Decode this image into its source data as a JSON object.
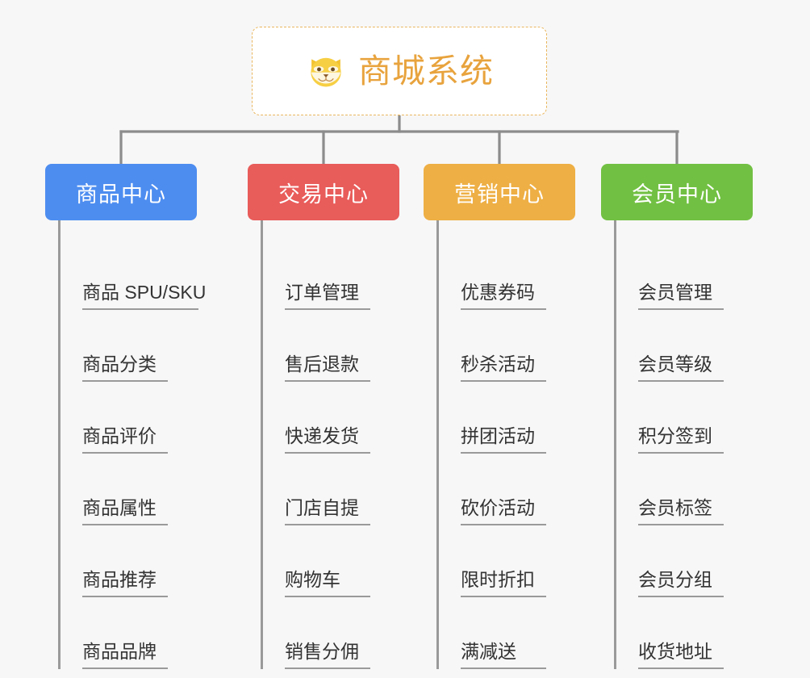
{
  "diagram": {
    "type": "mindmap-org-chart",
    "background_color": "#f7f7f7",
    "root": {
      "title": "商城系统",
      "icon": "shiba-dog-face-icon",
      "text_color": "#e8a33d",
      "border_color": "#eab75f",
      "background_color": "#ffffff"
    },
    "connector_color": "#8c8c8c",
    "branches": [
      {
        "label": "商品中心",
        "color": "#4d8df0",
        "items": [
          "商品 SPU/SKU",
          "商品分类",
          "商品评价",
          "商品属性",
          "商品推荐",
          "商品品牌"
        ]
      },
      {
        "label": "交易中心",
        "color": "#e85c5a",
        "items": [
          "订单管理",
          "售后退款",
          "快递发货",
          "门店自提",
          "购物车",
          "销售分佣"
        ]
      },
      {
        "label": "营销中心",
        "color": "#eeaf44",
        "items": [
          "优惠券码",
          "秒杀活动",
          "拼团活动",
          "砍价活动",
          "限时折扣",
          "满减送"
        ]
      },
      {
        "label": "会员中心",
        "color": "#72c043",
        "items": [
          "会员管理",
          "会员等级",
          "积分签到",
          "会员标签",
          "会员分组",
          "收货地址"
        ]
      }
    ]
  }
}
